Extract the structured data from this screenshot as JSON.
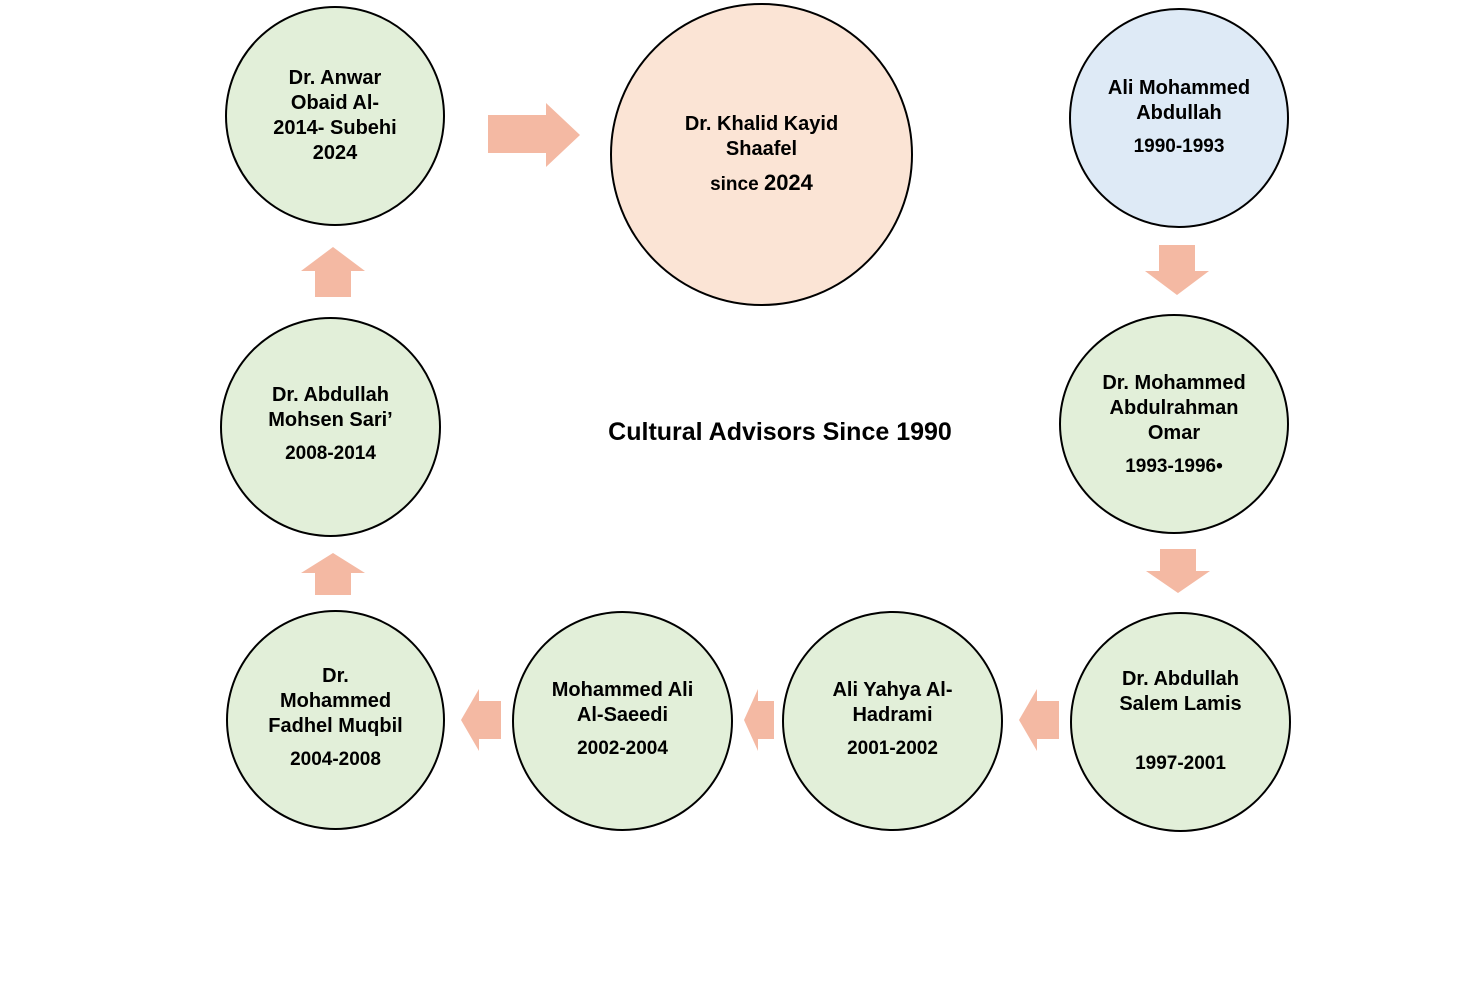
{
  "title": "Cultural Advisors Since 1990",
  "colors": {
    "node_green": "#e2efd9",
    "node_blue": "#deeaf6",
    "node_peach": "#fbe4d5",
    "arrow": "#f4b9a3"
  },
  "advisors": [
    {
      "name": "Ali Mohammed\nAbdullah",
      "years": "1990-1993"
    },
    {
      "name": "Dr. Mohammed\nAbdulrahman\nOmar",
      "years": "1993-1996•"
    },
    {
      "name": "Dr. Abdullah\nSalem Lamis",
      "years": "1997-2001"
    },
    {
      "name": "Ali Yahya Al-\nHadrami",
      "years": "2001-2002"
    },
    {
      "name": "Mohammed Ali\nAl-Saeedi",
      "years": "2002-2004"
    },
    {
      "name": "Dr.\nMohammed\nFadhel Muqbil",
      "years": "2004-2008"
    },
    {
      "name": "Dr. Abdullah\nMohsen Sari’",
      "years": "2008-2014"
    },
    {
      "name": "Dr. Anwar\nObaid Al-\n2014- Subehi\n2024",
      "years": ""
    },
    {
      "name": "Dr. Khalid Kayid\nShaafel",
      "years_prefix": "since",
      "years": "2024"
    }
  ]
}
